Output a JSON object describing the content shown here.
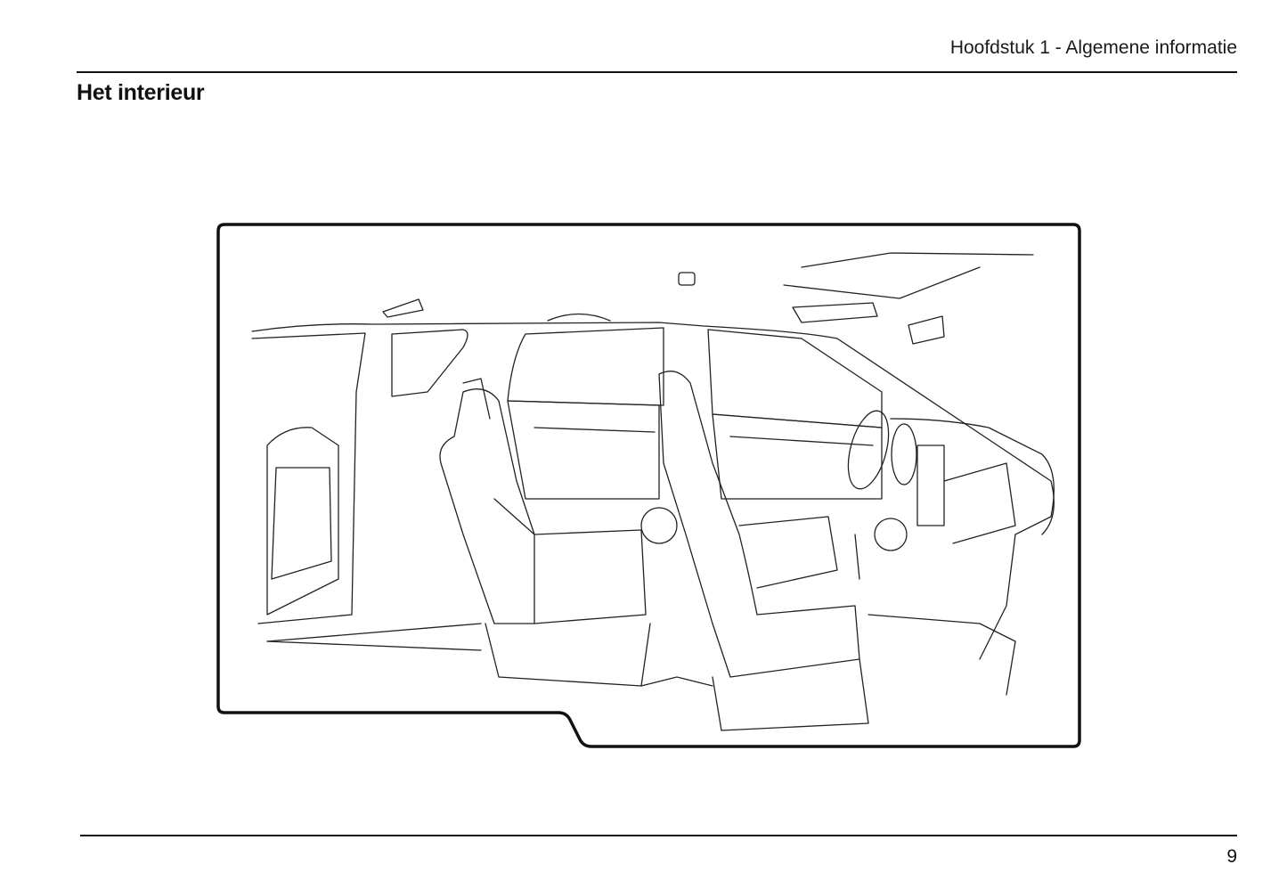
{
  "header": {
    "chapter": "Hoofdstuk 1 - Algemene informatie"
  },
  "section": {
    "title": "Het interieur"
  },
  "illustration": {
    "subject": "vehicle-interior-line-drawing"
  },
  "footer": {
    "page_number": "9"
  }
}
